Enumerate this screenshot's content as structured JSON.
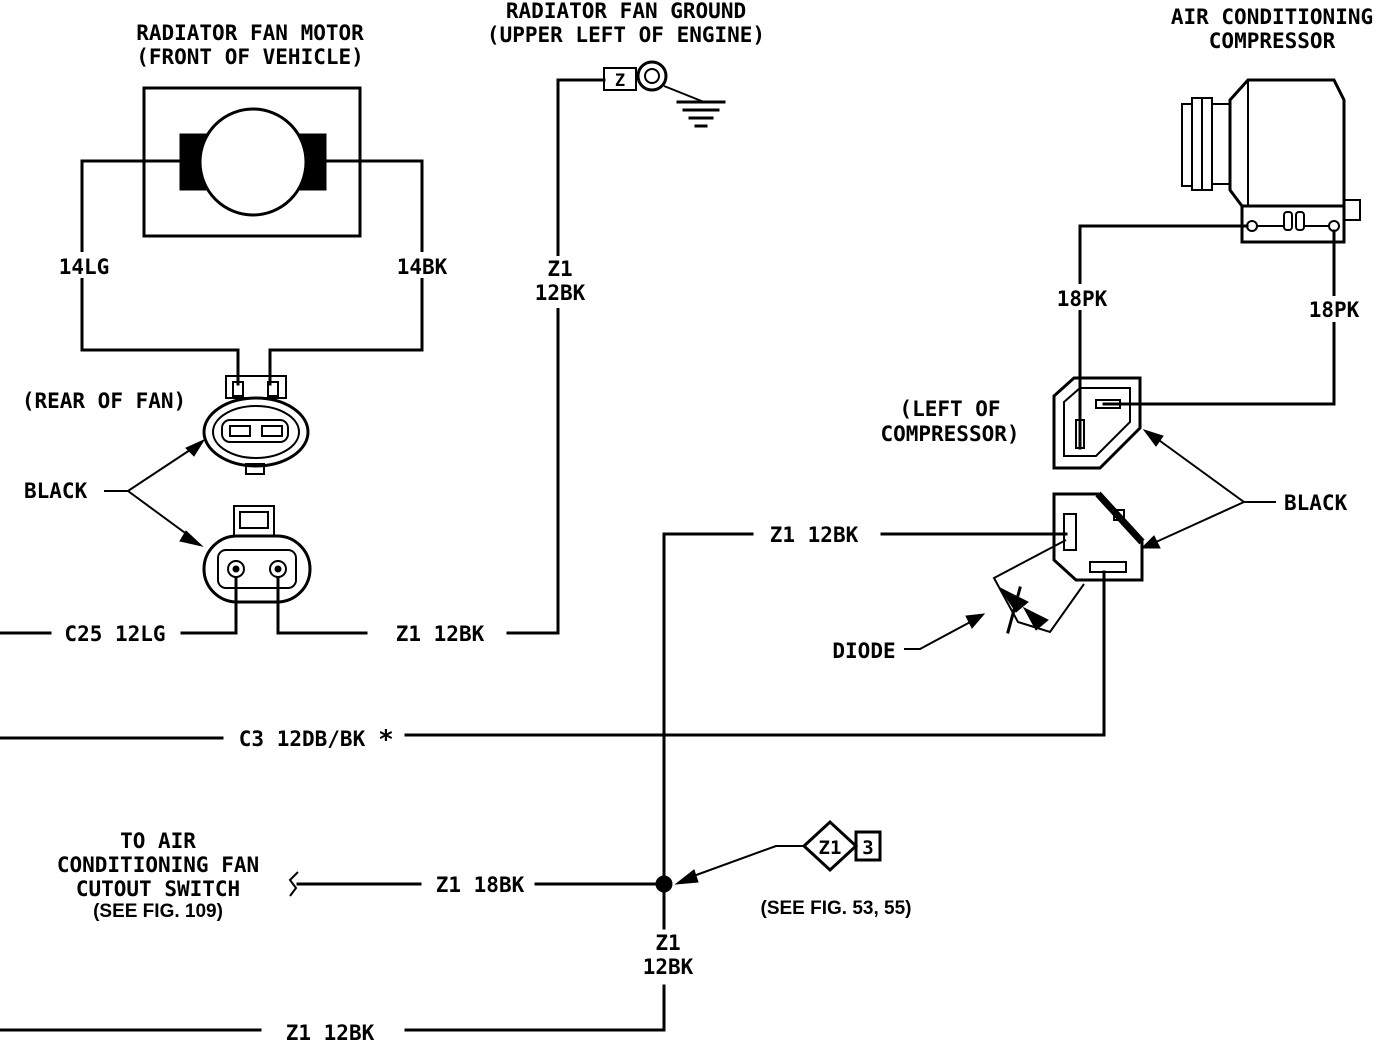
{
  "components": {
    "fan_motor": {
      "title_line1": "RADIATOR FAN MOTOR",
      "title_line2": "(FRONT OF VEHICLE)"
    },
    "fan_ground": {
      "title_line1": "RADIATOR FAN GROUND",
      "title_line2": "(UPPER LEFT OF ENGINE)",
      "terminal": "Z"
    },
    "ac_compressor": {
      "title_line1": "AIR CONDITIONING",
      "title_line2": "COMPRESSOR"
    },
    "fan_connector": {
      "label": "(REAR OF FAN)"
    },
    "compressor_connector": {
      "label_line1": "(LEFT OF",
      "label_line2": "COMPRESSOR)"
    },
    "diode": {
      "label": "DIODE"
    },
    "splice_reference": {
      "circuit": "Z1",
      "number": "3",
      "note": "(SEE FIG. 53, 55)"
    },
    "ac_fan_cutout_switch": {
      "line1": "TO AIR",
      "line2": "CONDITIONING FAN",
      "line3": "CUTOUT SWITCH",
      "line4": "(SEE FIG. 109)"
    }
  },
  "connector_color_labels": {
    "left": "BLACK",
    "right": "BLACK"
  },
  "wires": {
    "fan_14lg": "14LG",
    "fan_14bk": "14BK",
    "ground_z1_circuit": "Z1",
    "ground_z1_gauge": "12BK",
    "comp_18pk_left": "18PK",
    "comp_18pk_right": "18PK",
    "c25": "C25 12LG",
    "z1_fan": "Z1 12BK",
    "z1_upper": "Z1 12BK",
    "c3": "C3 12DB/BK",
    "c3_marker": "*",
    "z1_18bk": "Z1 18BK",
    "splice_down_circuit": "Z1",
    "splice_down_gauge": "12BK",
    "z1_bottom": "Z1 12BK"
  }
}
